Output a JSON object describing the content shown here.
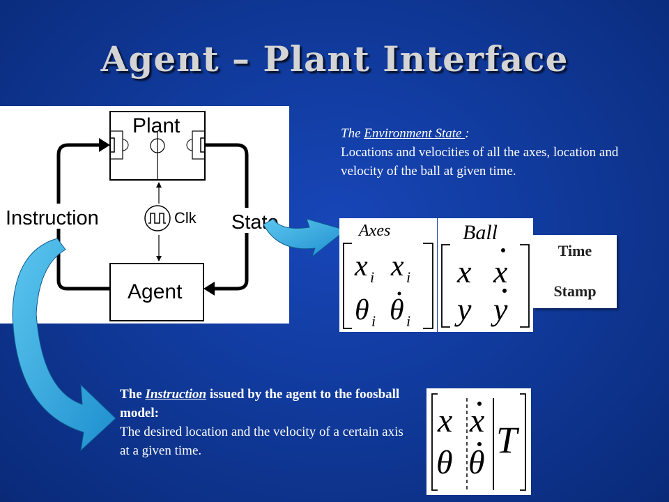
{
  "slide": {
    "title": "Agent – Plant Interface"
  },
  "diagram": {
    "plant_label": "Plant",
    "agent_label": "Agent",
    "instruction_label": "Instruction",
    "state_label": "State",
    "clock_label": "Clk"
  },
  "environment": {
    "heading_prefix": "The ",
    "heading_term": "Environment State ",
    "heading_suffix": ":",
    "body": "Locations and velocities of all the axes, location and velocity of  the ball at given time."
  },
  "state_vector": {
    "axes_label": "Axes",
    "ball_label": "Ball",
    "axes_row1": [
      "x",
      "i",
      "x",
      "i"
    ],
    "axes_row2": [
      "θ",
      "i",
      "θ",
      "i"
    ],
    "ball_row1": [
      "x",
      "x"
    ],
    "ball_row2": [
      "y",
      "y"
    ],
    "time_stamp": [
      "Time",
      "Stamp"
    ]
  },
  "instruction": {
    "heading_prefix": "The ",
    "heading_term": "Instruction",
    "heading_suffix": " issued by the agent to the foosball model:",
    "body": "The desired location and the velocity of a certain axis at a given time."
  },
  "instruction_vector": {
    "row1": [
      "x",
      "x"
    ],
    "row2": [
      "θ",
      "θ"
    ],
    "time": "T"
  },
  "colors": {
    "background": "#103a9c",
    "arrow": "#2fa8d8",
    "title": "#d4d4d4"
  }
}
